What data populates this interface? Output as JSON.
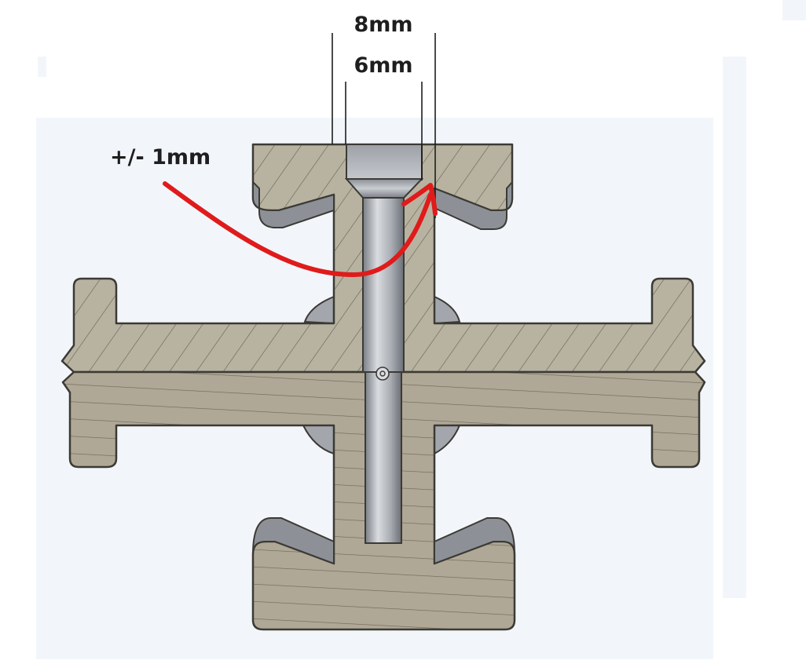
{
  "labels": {
    "outer_width": "8mm",
    "inner_width": "6mm",
    "tolerance": "+/- 1mm"
  },
  "colors": {
    "background": "#ffffff",
    "viewport_bg": "#f2f6fa",
    "top_part_fill": "#b8b3a1",
    "bottom_part_fill": "#b0a896",
    "hatch_line": "#6e6a5c",
    "outline": "#3c3a35",
    "metal_light": "#d4d7dc",
    "metal_dark": "#6f737a",
    "arrow": "#e01b1b",
    "dimension_line": "#1e1e1e"
  },
  "icons": {
    "arrow": "curved-arrow-icon",
    "center_mark": "center-mark-icon"
  }
}
